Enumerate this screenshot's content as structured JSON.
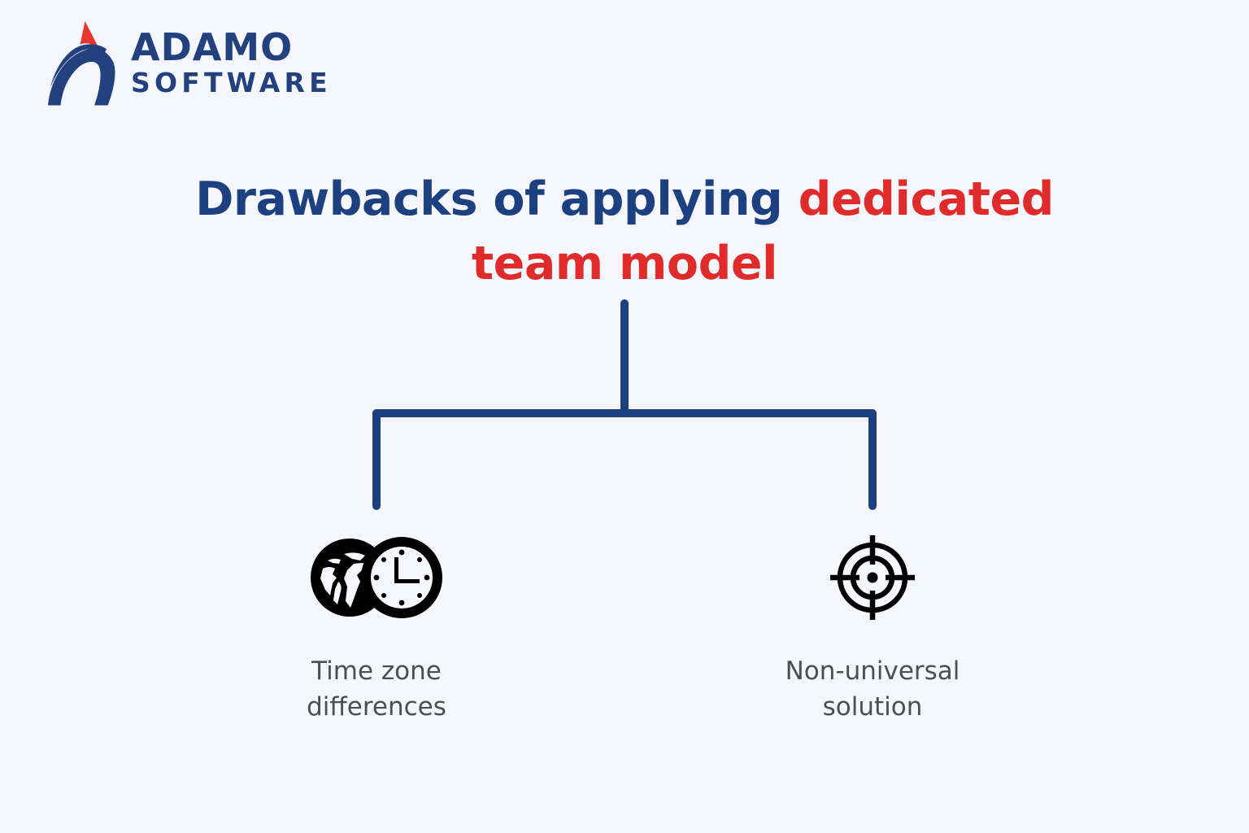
{
  "page": {
    "background_color": "#f5f7fd",
    "navy": "#1d4080",
    "red": "#e02b2b",
    "icon_color": "#000000",
    "label_color": "#4b4f55"
  },
  "logo": {
    "mark_name": "adamo-a-mark",
    "brand": "ADAMO",
    "product": "SOFTWARE",
    "brand_color": "#22417e",
    "accent_color": "#e8352e"
  },
  "title": {
    "part_navy": "Drawbacks of applying ",
    "part_red": "dedicated team model"
  },
  "diagram": {
    "type": "tree",
    "line_color": "#1d4080",
    "nodes": [
      {
        "id": "time-zone-differences",
        "icon": "globe-clock-icon",
        "label": "Time zone\ndifferences"
      },
      {
        "id": "non-universal-solution",
        "icon": "crosshair-target-icon",
        "label": "Non-universal\nsolution"
      }
    ]
  }
}
